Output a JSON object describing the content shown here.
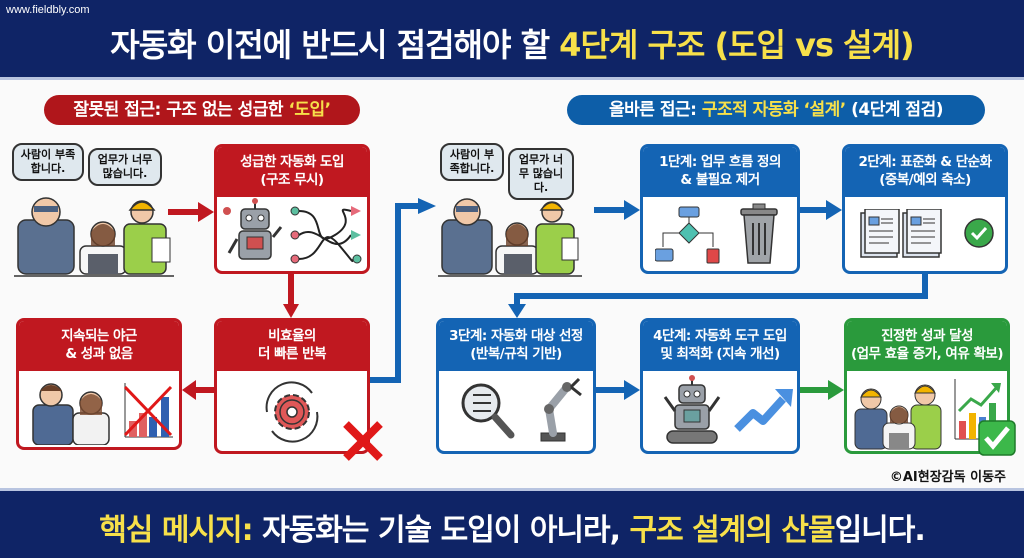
{
  "header": {
    "site_url": "www.fieldbly.com",
    "title_main": "자동화 이전에 반드시 점검해야 할 ",
    "title_highlight": "4단계 구조 (도입 vs 설계)"
  },
  "wrong_approach": {
    "label_prefix": "잘못된 접근: 구조 없는 성급한 ",
    "label_highlight": "‘도입’",
    "bubble_1": "사람이 부족합니다.",
    "bubble_2": "업무가 너무 많습니다.",
    "card_1": {
      "title": "성급한 자동화 도입",
      "subtitle": "(구조 무시)",
      "icons": [
        "robot-icon",
        "tangled-flow-icon"
      ]
    },
    "card_2": {
      "title": "비효율의",
      "subtitle": "더 빠른 반복",
      "icons": [
        "gear-cycle-icon",
        "x-mark-icon"
      ]
    },
    "card_3": {
      "title": "지속되는 야근",
      "subtitle": "& 성과 없음",
      "icons": [
        "stressed-workers-icon",
        "crossed-chart-icon"
      ]
    }
  },
  "right_approach": {
    "label_prefix": "올바른 접근: ",
    "label_highlight": "구조적 자동화 ‘설계’",
    "label_suffix": " (4단계 점검)",
    "bubble_1": "사람이 부족합니다.",
    "bubble_2": "업무가 너무 많습니다.",
    "step_1": {
      "title": "1단계: 업무 흐름 정의",
      "subtitle": "& 불필요 제거",
      "icons": [
        "flowchart-icon",
        "trash-icon"
      ]
    },
    "step_2": {
      "title": "2단계: 표준화 & 단순화",
      "subtitle": "(중복/예외 축소)",
      "icons": [
        "documents-icon",
        "check-circle-icon"
      ]
    },
    "step_3": {
      "title": "3단계: 자동화 대상 선정",
      "subtitle": "(반복/규칙 기반)",
      "icons": [
        "magnifier-checklist-icon",
        "robot-arm-icon"
      ]
    },
    "step_4": {
      "title": "4단계: 자동화 도구 도입",
      "subtitle": "및 최적화 (지속 개선)",
      "icons": [
        "robot-icon",
        "trend-up-arrow-icon"
      ]
    },
    "result": {
      "title": "진정한 성과 달성",
      "subtitle": "(업무 효율 증가, 여유 확보)",
      "icons": [
        "happy-workers-icon",
        "growth-chart-icon",
        "checkmark-icon"
      ]
    }
  },
  "credit": "©AI현장감독 이동주",
  "footer": {
    "highlight_1": "핵심 메시지:",
    "text_1": " 자동화는 기술 도입이 아니라, ",
    "highlight_2": "구조 설계의 산물",
    "text_2": "입니다."
  },
  "colors": {
    "navy": "#0f2466",
    "red": "#c01820",
    "blue": "#1464b4",
    "green": "#2a9a3c",
    "yellow": "#f7e04a"
  }
}
